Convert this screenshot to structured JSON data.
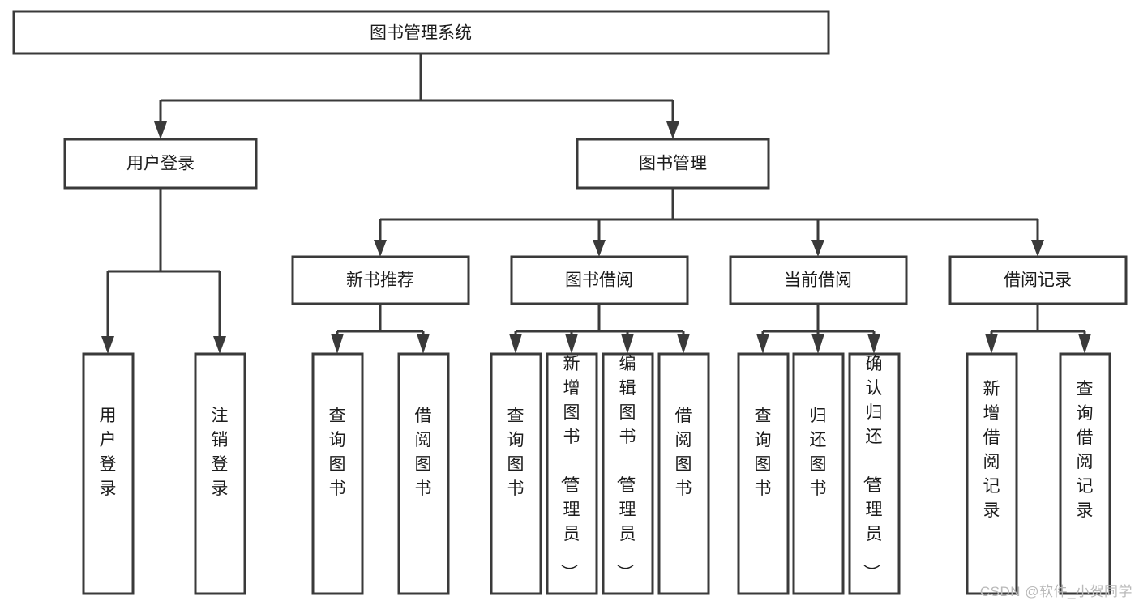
{
  "diagram": {
    "type": "tree-hierarchy",
    "title": "图书管理系统",
    "watermark": "CSDN @软件_小贺同学",
    "colors": {
      "stroke": "#3a3a3a",
      "fill": "#ffffff",
      "text": "#1c1c1c",
      "watermark": "#b9b9b9",
      "background": "#ffffff"
    },
    "levels": {
      "root": {
        "label": "图书管理系统",
        "orientation": "horizontal"
      },
      "level2": [
        {
          "label": "用户登录",
          "orientation": "horizontal"
        },
        {
          "label": "图书管理",
          "orientation": "horizontal"
        }
      ],
      "level3": [
        {
          "label": "新书推荐",
          "orientation": "horizontal",
          "parent": "图书管理"
        },
        {
          "label": "图书借阅",
          "orientation": "horizontal",
          "parent": "图书管理"
        },
        {
          "label": "当前借阅",
          "orientation": "horizontal",
          "parent": "图书管理"
        },
        {
          "label": "借阅记录",
          "orientation": "horizontal",
          "parent": "图书管理"
        }
      ],
      "leaves": {
        "user_login": [
          {
            "label": "用户登录",
            "orientation": "vertical"
          },
          {
            "label": "注销登录",
            "orientation": "vertical"
          }
        ],
        "new_book_recommend": [
          {
            "label": "查询图书",
            "orientation": "vertical"
          },
          {
            "label": "借阅图书",
            "orientation": "vertical"
          }
        ],
        "book_borrow": [
          {
            "label": "查询图书",
            "orientation": "vertical"
          },
          {
            "label": "新增图书（管理员）",
            "orientation": "vertical"
          },
          {
            "label": "编辑图书（管理员）",
            "orientation": "vertical"
          },
          {
            "label": "借阅图书",
            "orientation": "vertical"
          }
        ],
        "current_borrow": [
          {
            "label": "查询图书",
            "orientation": "vertical"
          },
          {
            "label": "归还图书",
            "orientation": "vertical"
          },
          {
            "label": "确认归还（管理员）",
            "orientation": "vertical"
          }
        ],
        "borrow_record": [
          {
            "label": "新增借阅记录",
            "orientation": "vertical"
          },
          {
            "label": "查询借阅记录",
            "orientation": "vertical"
          }
        ]
      }
    }
  }
}
